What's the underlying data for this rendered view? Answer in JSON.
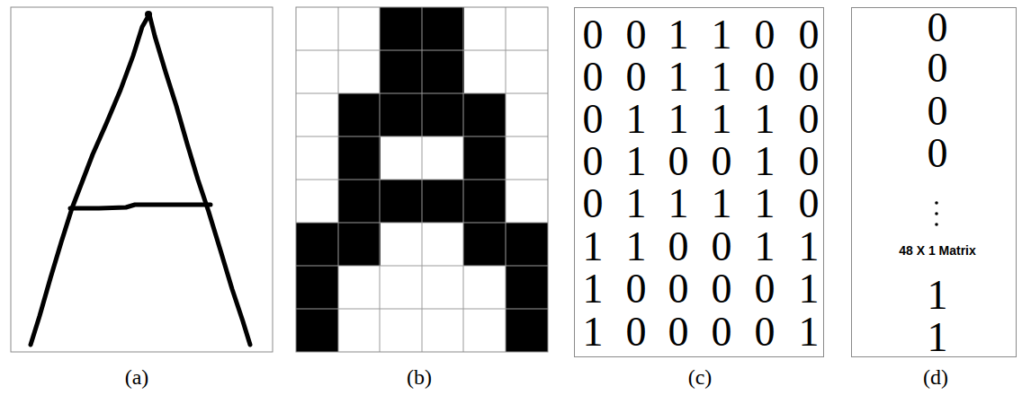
{
  "diagram": {
    "nodes": [
      {
        "text": [
          "0",
          "0",
          "1",
          "1",
          "0",
          "0",
          "0",
          "0",
          "1",
          "1",
          "0",
          "0",
          "0",
          "1",
          "1",
          "1",
          "1",
          "0",
          "0",
          "1",
          "0",
          "0",
          "1",
          "0",
          "0",
          "1",
          "1",
          "1",
          "1",
          "0",
          "1",
          "1",
          "0",
          "0",
          "1",
          "1",
          "1",
          "0",
          "0",
          "0",
          "0",
          "1",
          "1",
          "0",
          "0",
          "0",
          "0",
          "1"
        ]
      },
      {
        "text": [
          "0",
          "0",
          "0",
          "0",
          "48 X 1 Matrix",
          "1",
          "1"
        ]
      }
    ],
    "labels": [
      "(a)",
      "(b)",
      "(c)",
      "(d)"
    ]
  }
}
